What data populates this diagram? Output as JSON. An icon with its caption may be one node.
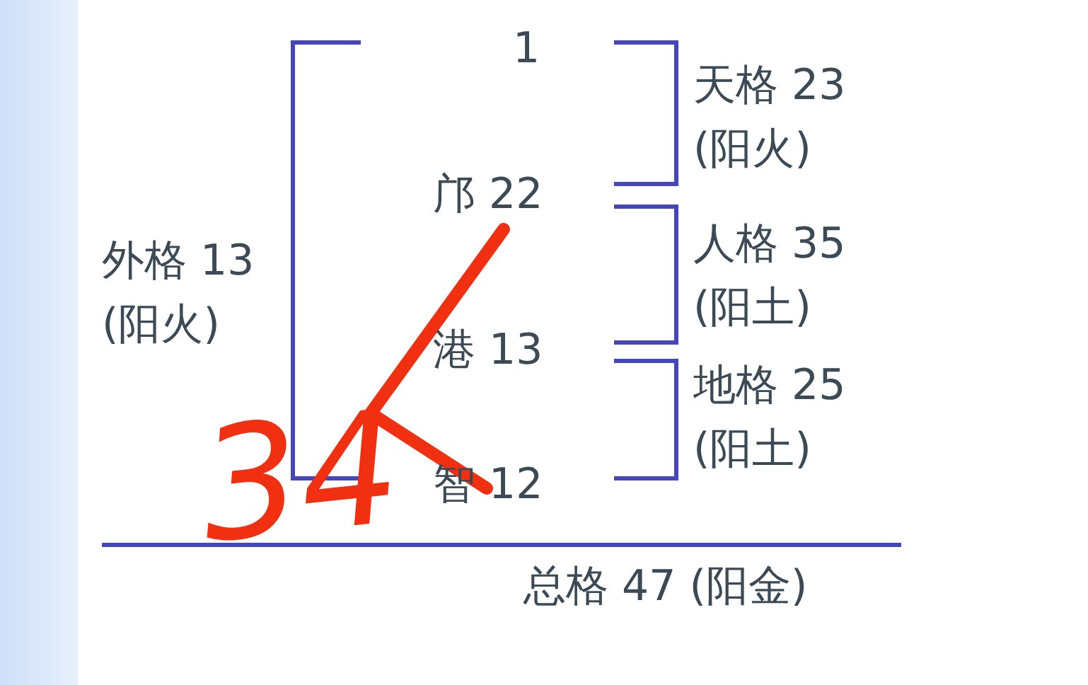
{
  "diagram": {
    "labels": [
      "1",
      "天格 23 (阳火)",
      "邝 22",
      "外格 13 (阳火)",
      "人格 35 (阳土)",
      "港 13",
      "地格 25 (阳土)",
      "34",
      "智 12",
      "总格 47 (阳金)"
    ]
  }
}
